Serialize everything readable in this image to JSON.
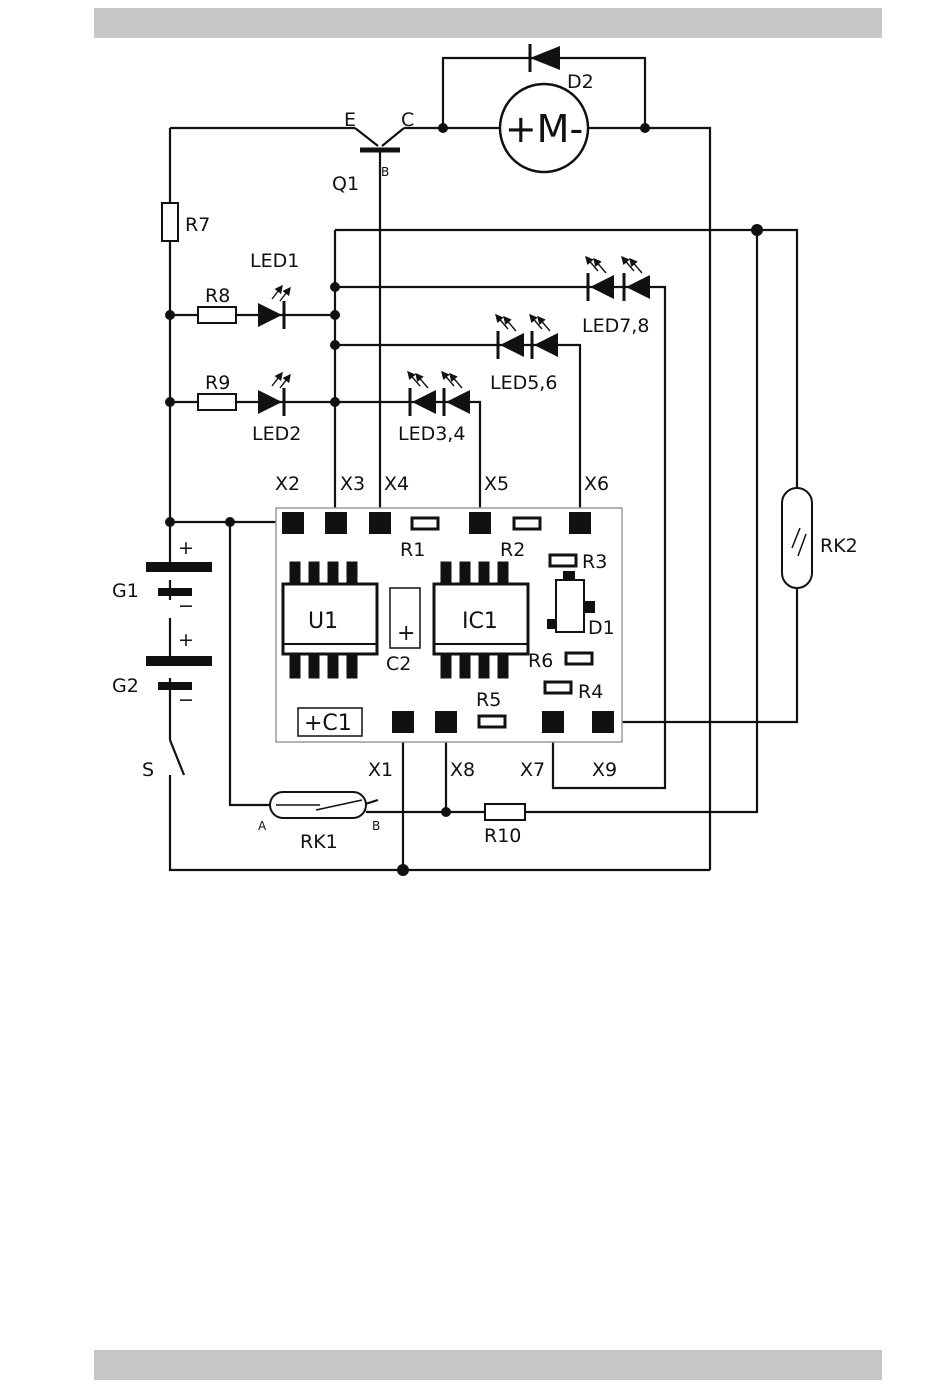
{
  "colors": {
    "line": "#111111",
    "bar": "#c6c6c6",
    "board": "#9a9a9a",
    "bg": "#ffffff"
  },
  "labels": {
    "D2": "D2",
    "M": "+M-",
    "Q1": "Q1",
    "E": "E",
    "C": "C",
    "B": "B",
    "R7": "R7",
    "R8": "R8",
    "R9": "R9",
    "R10": "R10",
    "LED1": "LED1",
    "LED2": "LED2",
    "LED34": "LED3,4",
    "LED56": "LED5,6",
    "LED78": "LED7,8",
    "X1": "X1",
    "X2": "X2",
    "X3": "X3",
    "X4": "X4",
    "X5": "X5",
    "X6": "X6",
    "X7": "X7",
    "X8": "X8",
    "X9": "X9",
    "R1": "R1",
    "R2": "R2",
    "R3": "R3",
    "R4": "R4",
    "R5": "R5",
    "R6": "R6",
    "U1": "U1",
    "IC1": "IC1",
    "C1": "+C1",
    "C2": "C2",
    "C2plus": "+",
    "D1": "D1",
    "RK1": "RK1",
    "RK1A": "A",
    "RK1B": "B",
    "RK2": "RK2",
    "G1": "G1",
    "G2": "G2",
    "S": "S",
    "plus": "+",
    "minus": "−"
  }
}
